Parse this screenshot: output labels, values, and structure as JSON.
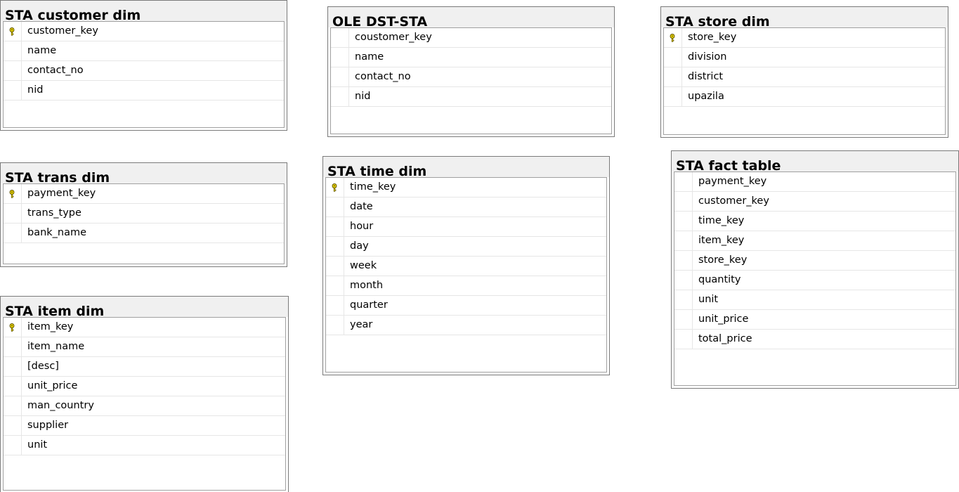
{
  "tables": [
    {
      "title": "STA customer dim",
      "columns": [
        {
          "name": "customer_key",
          "key": true
        },
        {
          "name": "name",
          "key": false
        },
        {
          "name": "contact_no",
          "key": false
        },
        {
          "name": "nid",
          "key": false
        }
      ]
    },
    {
      "title": "OLE DST-STA",
      "columns": [
        {
          "name": "coustomer_key",
          "key": false
        },
        {
          "name": "name",
          "key": false
        },
        {
          "name": "contact_no",
          "key": false
        },
        {
          "name": "nid",
          "key": false
        }
      ]
    },
    {
      "title": "STA store dim",
      "columns": [
        {
          "name": "store_key",
          "key": true
        },
        {
          "name": "division",
          "key": false
        },
        {
          "name": "district",
          "key": false
        },
        {
          "name": "upazila",
          "key": false
        }
      ]
    },
    {
      "title": "STA trans dim",
      "columns": [
        {
          "name": "payment_key",
          "key": true
        },
        {
          "name": "trans_type",
          "key": false
        },
        {
          "name": "bank_name",
          "key": false
        }
      ]
    },
    {
      "title": "STA time dim",
      "columns": [
        {
          "name": "time_key",
          "key": true
        },
        {
          "name": "date",
          "key": false
        },
        {
          "name": "hour",
          "key": false
        },
        {
          "name": "day",
          "key": false
        },
        {
          "name": "week",
          "key": false
        },
        {
          "name": "month",
          "key": false
        },
        {
          "name": "quarter",
          "key": false
        },
        {
          "name": "year",
          "key": false
        }
      ]
    },
    {
      "title": "STA fact table",
      "columns": [
        {
          "name": "payment_key",
          "key": false
        },
        {
          "name": "customer_key",
          "key": false
        },
        {
          "name": "time_key",
          "key": false
        },
        {
          "name": "item_key",
          "key": false
        },
        {
          "name": "store_key",
          "key": false
        },
        {
          "name": "quantity",
          "key": false
        },
        {
          "name": "unit",
          "key": false
        },
        {
          "name": "unit_price",
          "key": false
        },
        {
          "name": "total_price",
          "key": false
        }
      ]
    },
    {
      "title": "STA item dim",
      "columns": [
        {
          "name": "item_key",
          "key": true
        },
        {
          "name": "item_name",
          "key": false
        },
        {
          "name": "[desc]",
          "key": false
        },
        {
          "name": "unit_price",
          "key": false
        },
        {
          "name": "man_country",
          "key": false
        },
        {
          "name": "supplier",
          "key": false
        },
        {
          "name": "unit",
          "key": false
        }
      ]
    }
  ],
  "colors": {
    "header_bg": "#f0f0f0",
    "border": "#7a7a7a",
    "key_icon": "#e8d200"
  },
  "icons": {
    "primary_key": "key-icon"
  }
}
